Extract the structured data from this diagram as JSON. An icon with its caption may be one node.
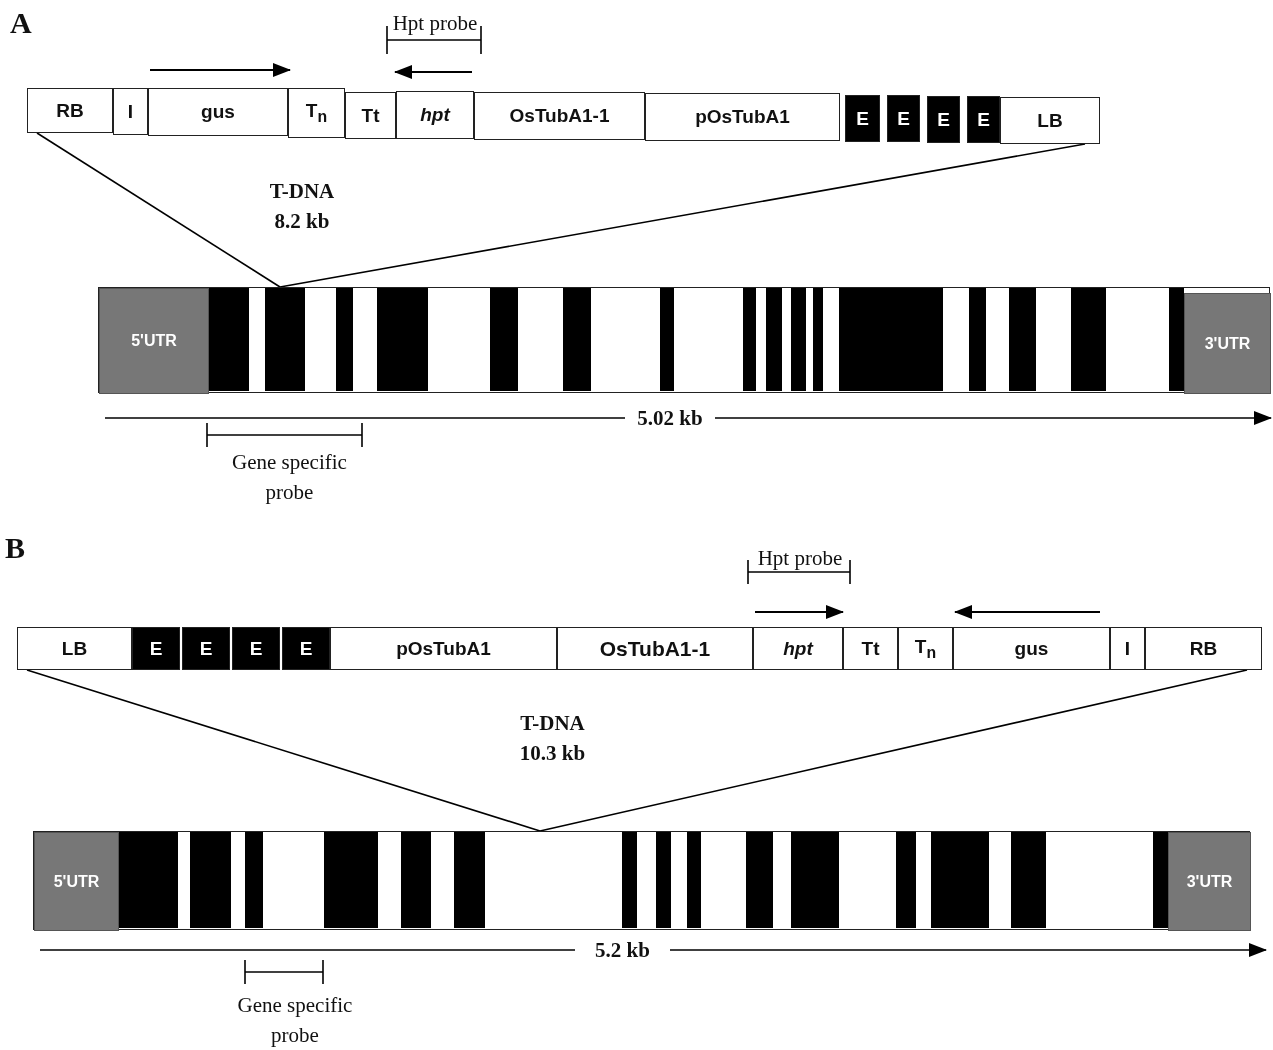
{
  "diagram": {
    "nodes": [
      {
        "text": [
          "RB"
        ]
      },
      {
        "text": [
          "I"
        ]
      },
      {
        "text": [
          "gus"
        ]
      },
      {
        "text": [
          "T$_{n}$"
        ]
      },
      {
        "text": [
          "Tt"
        ]
      },
      {
        "text": [
          "hpt"
        ]
      },
      {
        "text": [
          "OsTubA1-1"
        ]
      },
      {
        "text": [
          "pOsTubA1"
        ]
      },
      {
        "text": [
          "E"
        ]
      },
      {
        "text": [
          "E"
        ]
      },
      {
        "text": [
          "E"
        ]
      },
      {
        "text": [
          "E"
        ]
      },
      {
        "text": [
          "LB"
        ]
      },
      {
        "text": [],
        "shape": "bar"
      },
      {
        "text": [
          "5'UTR"
        ],
        "in": 13
      },
      {
        "text": [
          "3'UTR"
        ],
        "in": 13
      },
      {
        "text": [
          "LB"
        ]
      },
      {
        "text": [
          "E"
        ]
      },
      {
        "text": [
          "E"
        ]
      },
      {
        "text": [
          "E"
        ]
      },
      {
        "text": [
          "E"
        ]
      },
      {
        "text": [
          "pOsTubA1"
        ]
      },
      {
        "text": [
          "OsTubA1-1"
        ]
      },
      {
        "text": [
          "hpt"
        ]
      },
      {
        "text": [
          "Tt"
        ]
      },
      {
        "text": [
          "T$_{n}$"
        ]
      },
      {
        "text": [
          "gus"
        ]
      },
      {
        "text": [
          "I"
        ]
      },
      {
        "text": [
          "RB"
        ]
      },
      {
        "text": [],
        "shape": "bar"
      },
      {
        "text": [
          "5'UTR"
        ],
        "in": 29
      },
      {
        "text": [
          "3'UTR"
        ],
        "in": 29
      }
    ],
    "edges": [
      {
        "from": 0,
        "to": 13,
        "arrow": "none"
      },
      {
        "from": 12,
        "to": 13,
        "arrow": "none"
      },
      {
        "from": 16,
        "to": 29,
        "arrow": "none"
      },
      {
        "from": 28,
        "to": 29,
        "arrow": "none"
      }
    ],
    "labels": [
      "A",
      "Hpt probe",
      "T-DNA 8.2 kb",
      "5.02 kb",
      "Gene specific probe",
      "B",
      "Hpt probe",
      "T-DNA 10.3 kb",
      "5.2 kb",
      "Gene specific probe"
    ]
  }
}
